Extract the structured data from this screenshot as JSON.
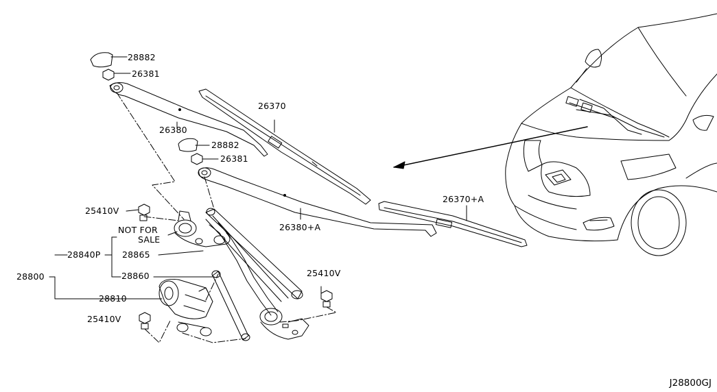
{
  "labels": {
    "cap_upper": "28882",
    "nut_upper": "26381",
    "arm_left": "26380",
    "blade_left": "26370",
    "cap_lower": "28882",
    "nut_lower": "26381",
    "arm_right": "26380+A",
    "blade_right": "26370+A",
    "bolt_top": "25410V",
    "not_for": "NOT FOR",
    "sale": "SALE",
    "linkage_sub": "28840P",
    "pivot": "28865",
    "rod": "28860",
    "assembly": "28800",
    "motor": "28810",
    "bolt_right": "25410V",
    "bolt_bottom": "25410V"
  },
  "diagram_code": "J28800GJ"
}
